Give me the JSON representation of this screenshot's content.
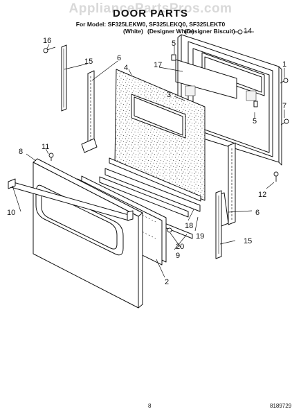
{
  "watermark": "AppliancePartsPros.com",
  "title": "DOOR PARTS",
  "model_line": "For Model: SF325LEKW0, SF325LEKQ0, SF325LEKT0",
  "variants": [
    "(White)",
    "(Designer White)",
    "(Designer Biscuit)"
  ],
  "footer": {
    "page": "8",
    "code": "8189729"
  },
  "callouts": [
    "1",
    "2",
    "3",
    "4",
    "5",
    "5",
    "6",
    "6",
    "7",
    "8",
    "9",
    "10",
    "11",
    "12",
    "14",
    "15",
    "15",
    "16",
    "17",
    "18",
    "19",
    "20"
  ]
}
